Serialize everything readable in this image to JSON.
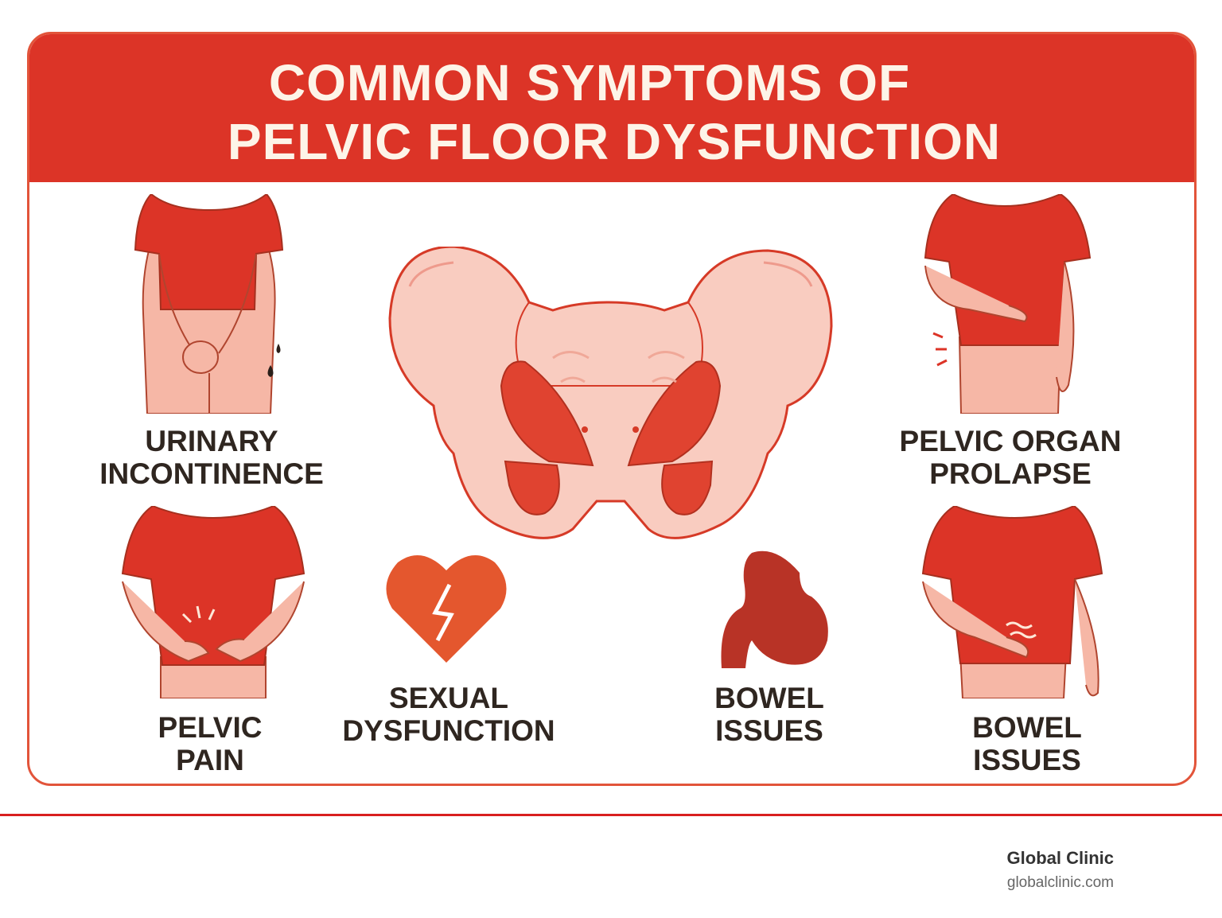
{
  "title": {
    "line1": "COMMON SYMPTOMS OF",
    "line2": "PELVIC FLOOR DYSFUNCTION"
  },
  "symptoms": [
    {
      "line1": "URINARY",
      "line2": "INCONTINENCE",
      "icon": "figure-holding-groin-drops-icon"
    },
    {
      "line1": "PELVIC ORGAN",
      "line2": "PROLAPSE",
      "icon": "figure-holding-abdomen-icon"
    },
    {
      "line1": "PELVIC",
      "line2": "PAIN",
      "icon": "figure-pelvic-pain-icon"
    },
    {
      "line1": "SEXUAL",
      "line2": "DYSFUNCTION",
      "icon": "broken-heart-icon"
    },
    {
      "line1": "BOWEL",
      "line2": "ISSUES",
      "icon": "bowel-icon"
    },
    {
      "line1": "BOWEL",
      "line2": "ISSUES",
      "icon": "figure-stomach-discomfort-icon"
    }
  ],
  "footer": {
    "brand": "Global Clinic",
    "url": "globalclinic.com"
  },
  "colors": {
    "header": "#dc3427",
    "border": "#e2543a",
    "text": "#2f2620",
    "skin": "#f4b2a2",
    "shirt": "#dc3427"
  }
}
